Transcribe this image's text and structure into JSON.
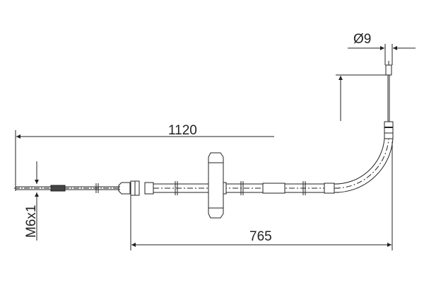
{
  "dimensions": {
    "total_length": "1120",
    "sheath_length": "765",
    "thread": "M6x1",
    "end_diameter": "Ø9"
  },
  "colors": {
    "line": "#222222",
    "background": "#ffffff"
  }
}
